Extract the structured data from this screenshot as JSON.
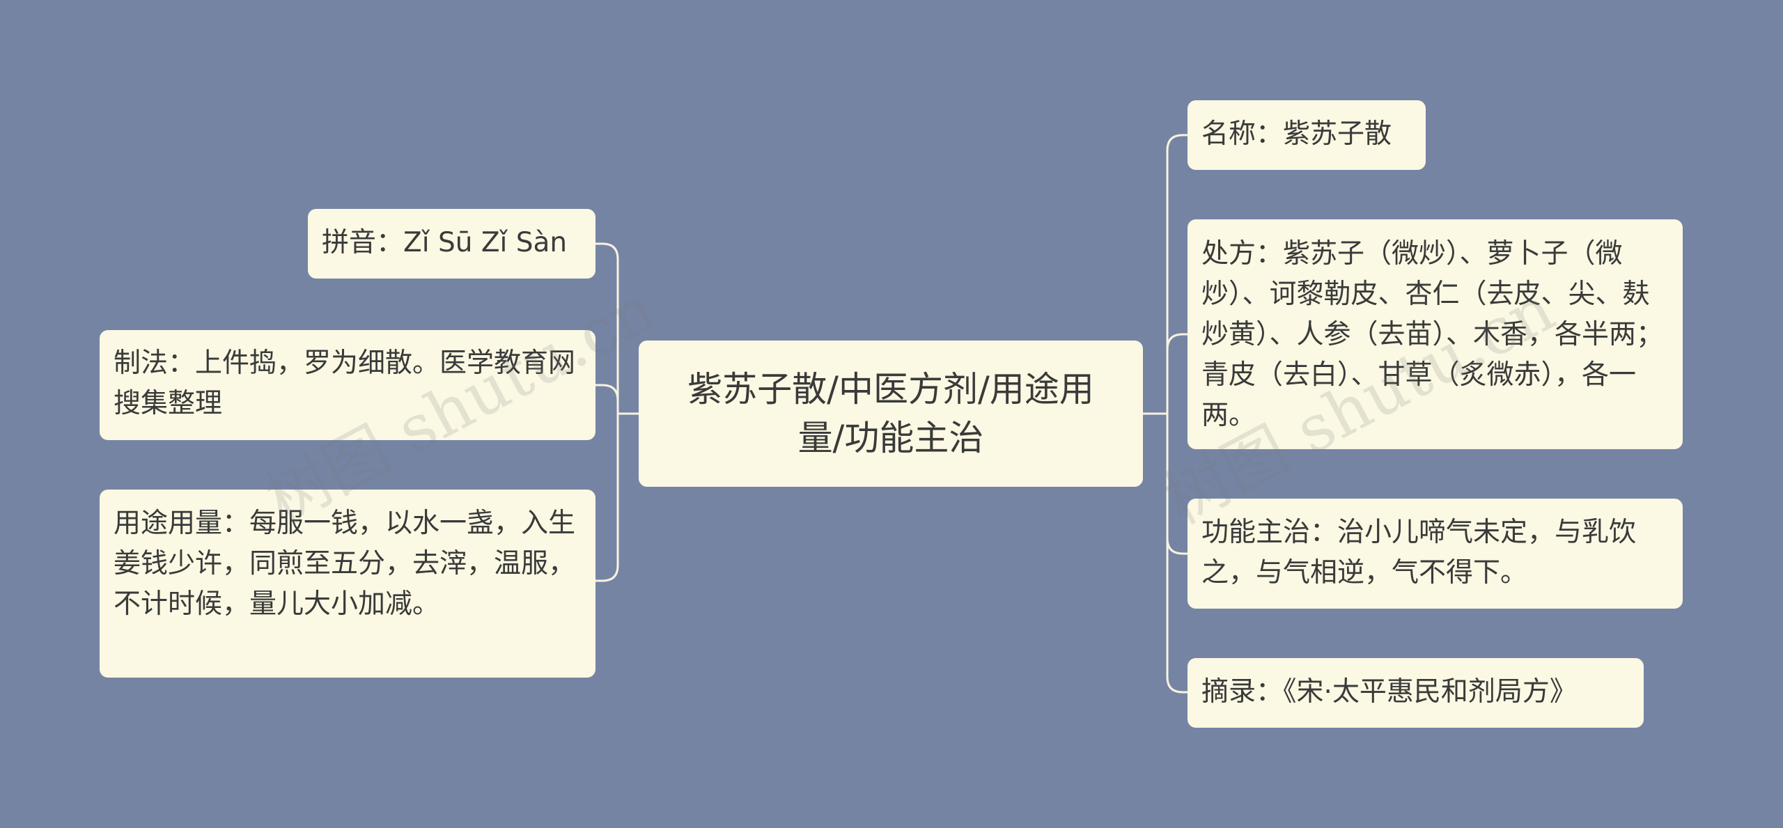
{
  "center": {
    "title": "紫苏子散/中医方剂/用途用量/功能主治"
  },
  "left_nodes": [
    {
      "text": "拼音：Zǐ Sū Zǐ Sàn"
    },
    {
      "text": "制法：上件捣，罗为细散。医学教育网搜集整理"
    },
    {
      "text": "用途用量：每服一钱，以水一盏，入生姜钱少许，同煎至五分，去滓，温服，不计时候，量儿大小加减。"
    }
  ],
  "right_nodes": [
    {
      "text": "名称：紫苏子散"
    },
    {
      "text": "处方：紫苏子（微炒）、萝卜子（微炒）、诃黎勒皮、杏仁（去皮、尖、麸炒黄）、人参（去苗）、木香，各半两；青皮（去白）、甘草（炙微赤），各一两。"
    },
    {
      "text": "功能主治：治小儿啼气未定，与乳饮之，与气相逆，气不得下。"
    },
    {
      "text": "摘录：《宋·太平惠民和剂局方》"
    }
  ],
  "watermarks": [
    {
      "text": "树图 shutu.cn"
    },
    {
      "text": "树图 shutu.cn"
    }
  ],
  "colors": {
    "background": "#7684a4",
    "node_fill": "#fbf8e3",
    "connector": "#f7f3df",
    "text": "#3a3a3a"
  }
}
